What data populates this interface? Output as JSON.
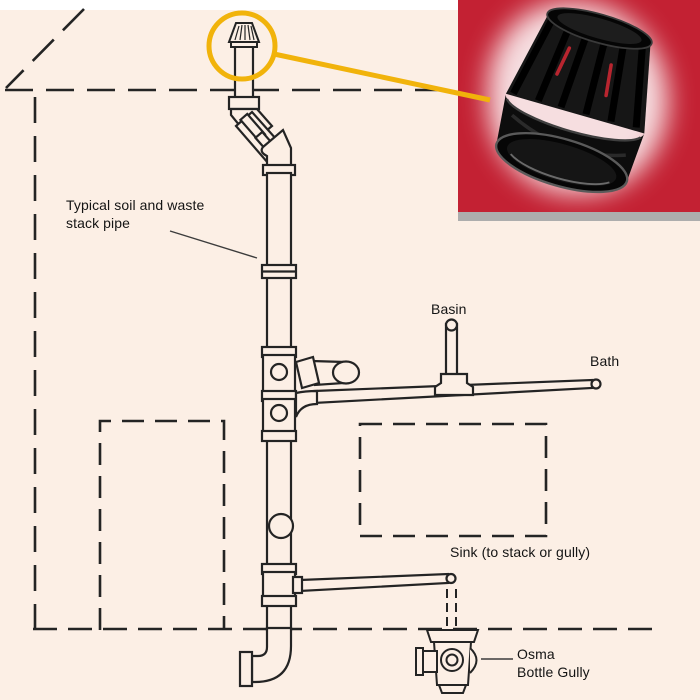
{
  "figure": {
    "type": "plumbing-installation-diagram",
    "subject": "Soil and waste stack pipe system with vent cowl inset photo"
  },
  "labels": {
    "stack": "Typical soil and waste\nstack pipe",
    "basin": "Basin",
    "bath": "Bath",
    "sink": "Sink (to stack or gully)",
    "gully": "Osma\nBottle Gully"
  },
  "inset": {
    "content": "black plastic vent terminal cowl photo",
    "background_color": "#c32133",
    "bottom_strip_color": "#adadad"
  },
  "colors": {
    "page_background": "#fcefe5",
    "line_art": "#242424",
    "label_text": "#141414",
    "highlight_yellow": "#f1b30b",
    "top_strip_white": "#ffffff"
  }
}
